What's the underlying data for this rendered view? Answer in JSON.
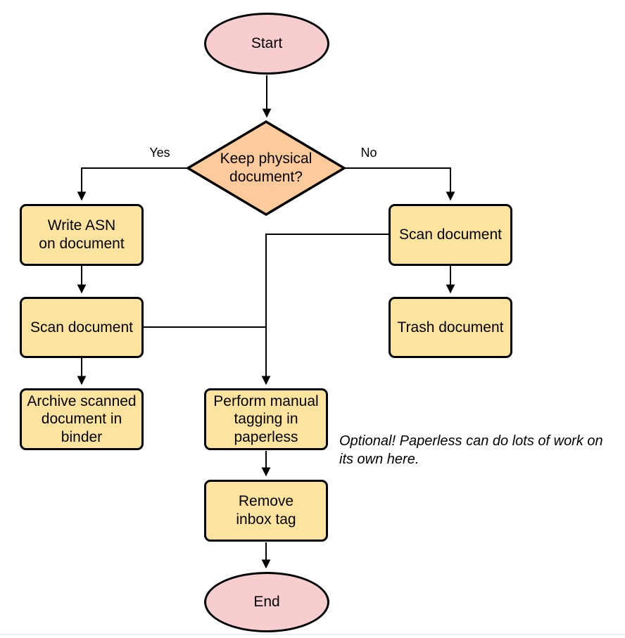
{
  "palette": {
    "page_bg": "#ffffff",
    "terminal_fill": "#f8cdd0",
    "decision_fill": "#fdca9c",
    "process_fill": "#fde49e",
    "stroke": "#000000",
    "divider": "#f1f0ed"
  },
  "flowchart": {
    "nodes": {
      "start": {
        "label": "Start",
        "type": "terminal"
      },
      "decision": {
        "label": "Keep physical\ndocument?",
        "type": "decision"
      },
      "write_asn": {
        "label": "Write ASN\non document",
        "type": "process"
      },
      "scan_left": {
        "label": "Scan document",
        "type": "process"
      },
      "archive": {
        "label": "Archive scanned\ndocument in\nbinder",
        "type": "process"
      },
      "scan_right": {
        "label": "Scan document",
        "type": "process"
      },
      "trash": {
        "label": "Trash document",
        "type": "process"
      },
      "tagging": {
        "label": "Perform manual\ntagging in\npaperless",
        "type": "process"
      },
      "remove_inbox": {
        "label": "Remove\ninbox tag",
        "type": "process"
      },
      "end": {
        "label": "End",
        "type": "terminal"
      }
    },
    "edge_labels": {
      "yes": "Yes",
      "no": "No"
    },
    "annotation": "Optional! Paperless can do lots of work on\nits own here."
  }
}
